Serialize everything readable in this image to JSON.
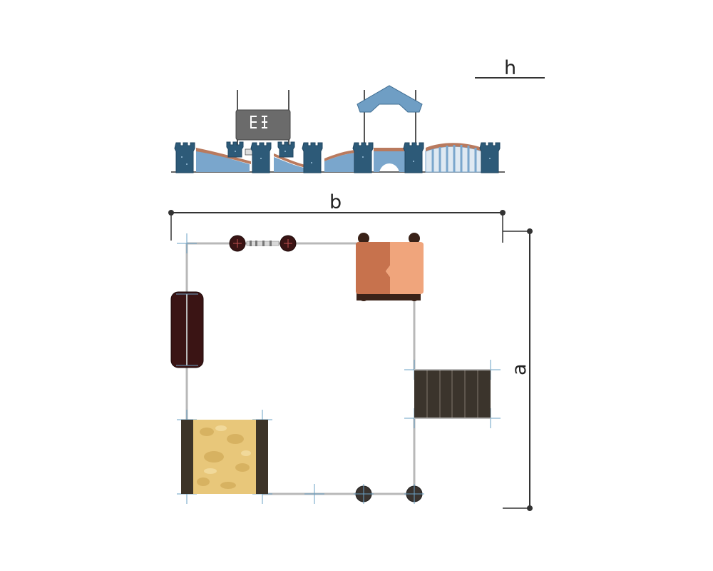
{
  "labels": {
    "height": "h",
    "width": "b",
    "depth": "a"
  },
  "colors": {
    "tower": "#2d5a78",
    "tower_dark": "#1f4560",
    "roof": "#6f9ec4",
    "slide_blue": "#7aa6cc",
    "wood": "#b97a5e",
    "panel": "#6b6b6b",
    "deck_orange": "#d9875f",
    "deck_light": "#f0a57c",
    "post_dark": "#3a2218",
    "tunnel": "#3a1414",
    "bridge_plank": "#3b342c",
    "sand": "#e8c77a",
    "sand_frame": "#3d3428",
    "rail": "#b8b8b8",
    "line": "#222222"
  },
  "icons": {
    "panel_glyph": "letters-panel-icon"
  }
}
